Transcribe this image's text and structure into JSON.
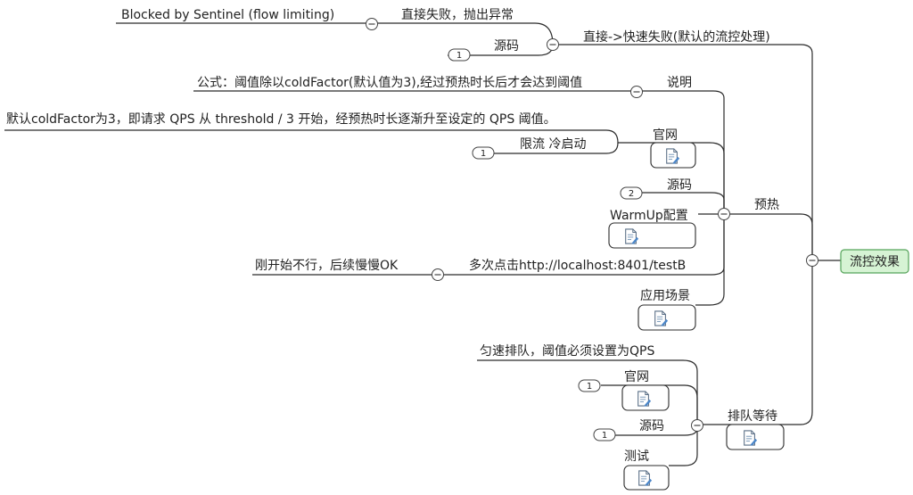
{
  "root": {
    "label": "流控效果"
  },
  "branches": {
    "fail_fast": {
      "label": "直接->快速失败(默认的流控处理)",
      "direct_fail": "直接失败，抛出异常",
      "blocked_text": "Blocked by Sentinel (flow limiting)",
      "source": "源码",
      "source_badge": "1"
    },
    "warmup": {
      "label": "预热",
      "explain": "说明",
      "formula": "公式：阈值除以coldFactor(默认值为3),经过预热时长后才会达到阈值",
      "official": "官网",
      "default_desc": "默认coldFactor为3，即请求 QPS 从 threshold / 3 开始，经预热时长逐渐升至设定的 QPS 阈值。",
      "flow_cold": "限流 冷启动",
      "flow_cold_badge": "1",
      "source": "源码",
      "source_badge": "2",
      "config": "WarmUp配置",
      "click": "多次点击http://localhost:8401/testB",
      "result": "刚开始不行，后续慢慢OK",
      "scene": "应用场景"
    },
    "queue": {
      "label": "排队等待",
      "uniform": "匀速排队，阈值必须设置为QPS",
      "official": "官网",
      "official_badge": "1",
      "source": "源码",
      "source_badge": "1",
      "test": "测试"
    }
  },
  "colors": {
    "root_fill": "#d6f3d4",
    "root_border": "#55a35a",
    "line": "#2b2b2b"
  }
}
